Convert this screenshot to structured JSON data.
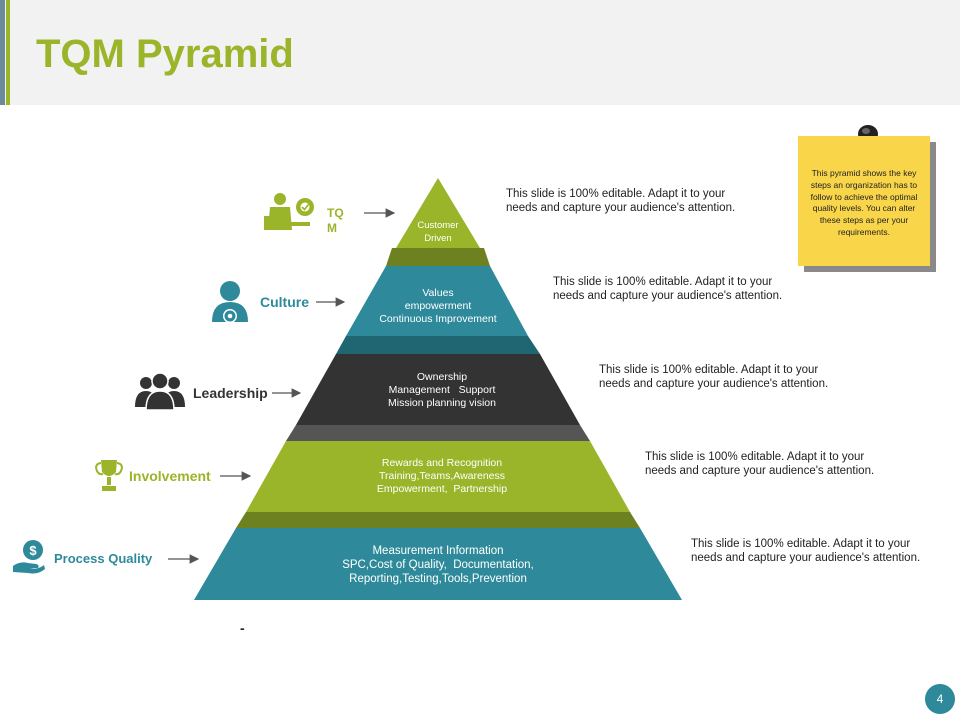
{
  "title": "TQM Pyramid",
  "colors": {
    "green": "#9bb52a",
    "teal": "#2e8a9b",
    "dark": "#333333",
    "note": "#f9d54a"
  },
  "tiers": [
    {
      "label": "TQ\nM",
      "icon": "person-gear-icon",
      "color": "#9bb52a",
      "lines": [
        "Customer",
        "Driven"
      ],
      "description": [
        "This slide is 100% editable. Adapt it to your",
        "needs and capture your audience's attention."
      ]
    },
    {
      "label": "Culture",
      "icon": "user-gear-icon",
      "color": "#2e8a9b",
      "lines": [
        "Values",
        "empowerment",
        "Continuous  Improvement"
      ],
      "description": [
        "This slide is 100% editable. Adapt it to your",
        "needs and capture your audience's attention."
      ]
    },
    {
      "label": "Leadership",
      "icon": "team-icon",
      "color": "#333333",
      "lines": [
        "Ownership",
        "Management   Support",
        "Mission planning vision"
      ],
      "description": [
        "This slide is 100% editable. Adapt it to your",
        "needs and capture your audience's attention."
      ]
    },
    {
      "label": "Involvement",
      "icon": "trophy-icon",
      "color": "#9bb52a",
      "lines": [
        "Rewards and Recognition",
        "Training,Teams,Awareness",
        "Empowerment,  Partnership"
      ],
      "description": [
        "This slide is 100% editable. Adapt it to your",
        "needs and capture your audience's attention."
      ]
    },
    {
      "label": "Process Quality",
      "icon": "dollar-hand-icon",
      "color": "#2e8a9b",
      "lines": [
        "Measurement Information",
        "SPC,Cost of Quality,  Documentation,",
        "Reporting,Testing,Tools,Prevention"
      ],
      "description": [
        "This slide is 100% editable. Adapt it to your",
        "needs and capture your audience's attention."
      ]
    }
  ],
  "note": {
    "text": "This pyramid shows the key steps an organization has to follow to achieve the optimal quality levels. You can alter these steps as per your requirements.",
    "icon": "pushpin-icon"
  },
  "dash": "-",
  "page_number": "4"
}
